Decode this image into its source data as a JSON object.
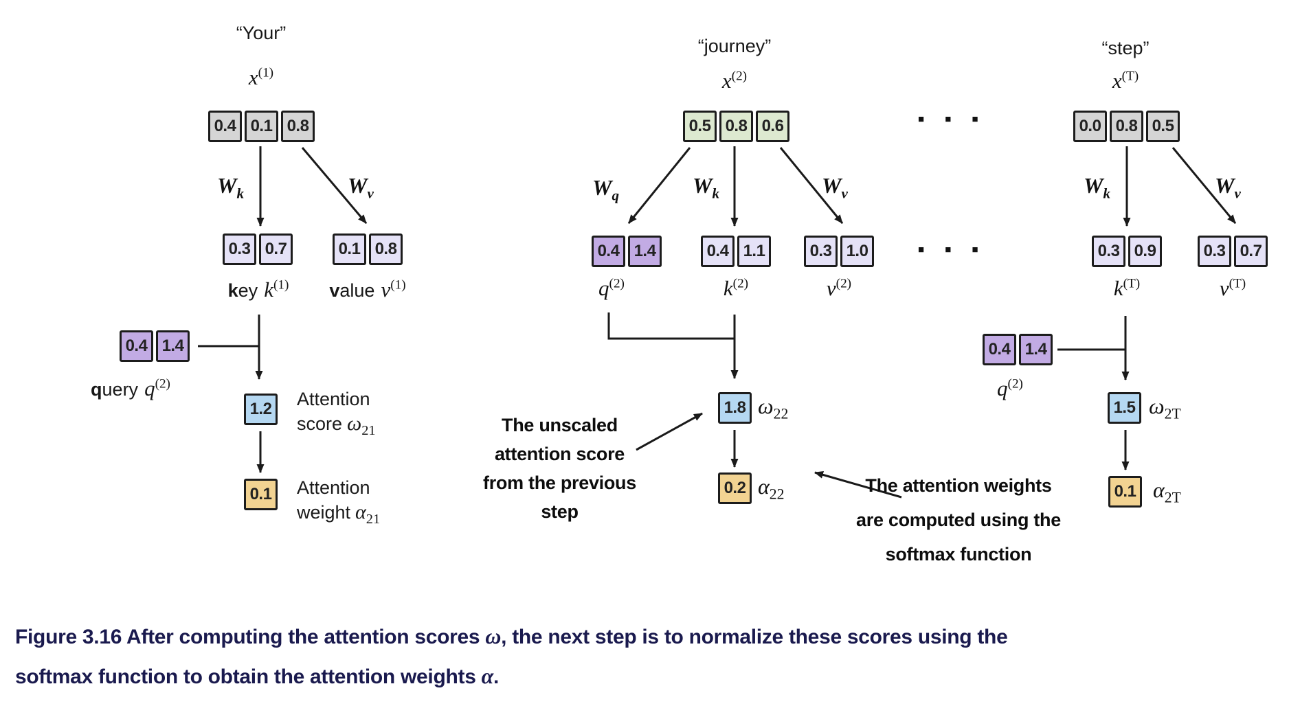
{
  "colors": {
    "embedding_gray": "#d5d5d5",
    "embedding_green": "#dde9d0",
    "key_value_lavender": "#e5e2f7",
    "query_purple": "#c2abe4",
    "attention_score_blue": "#b5d8f2",
    "attention_weight_orange": "#f2d392",
    "caption_navy": "#1a1a4e"
  },
  "ellipsis": "■ ■ ■",
  "col1": {
    "token": "“Your”",
    "x_base": "x",
    "x_sup": "(1)",
    "x_vec": [
      "0.4",
      "0.1",
      "0.8"
    ],
    "w_left_base": "W",
    "w_left_sub": "k",
    "w_right_base": "W",
    "w_right_sub": "v",
    "key_vec": [
      "0.3",
      "0.7"
    ],
    "value_vec": [
      "0.1",
      "0.8"
    ],
    "key_word_b": "k",
    "key_word_rest": "ey",
    "key_sym": "k",
    "key_sup": "(1)",
    "value_word_b": "v",
    "value_word_rest": "alue",
    "value_sym": "v",
    "value_sup": "(1)",
    "query_vec": [
      "0.4",
      "1.4"
    ],
    "query_word_b": "q",
    "query_word_rest": "uery",
    "query_sym": "q",
    "query_sup": "(2)",
    "score_val": "1.2",
    "score_word1": "Attention",
    "score_word2": "score",
    "score_sym": "ω",
    "score_sub": "21",
    "weight_val": "0.1",
    "weight_word1": "Attention",
    "weight_word2": "weight",
    "weight_sym": "α",
    "weight_sub": "21"
  },
  "col2": {
    "token": "“journey”",
    "x_base": "x",
    "x_sup": "(2)",
    "x_vec": [
      "0.5",
      "0.8",
      "0.6"
    ],
    "wq_base": "W",
    "wq_sub": "q",
    "wk_base": "W",
    "wk_sub": "k",
    "wv_base": "W",
    "wv_sub": "v",
    "q_vec": [
      "0.4",
      "1.4"
    ],
    "q_sym": "q",
    "q_sup": "(2)",
    "k_vec": [
      "0.4",
      "1.1"
    ],
    "k_sym": "k",
    "k_sup": "(2)",
    "v_vec": [
      "0.3",
      "1.0"
    ],
    "v_sym": "v",
    "v_sup": "(2)",
    "score_val": "1.8",
    "score_sym": "ω",
    "score_sub": "22",
    "weight_val": "0.2",
    "weight_sym": "α",
    "weight_sub": "22",
    "note_left": "The unscaled\nattention score\nfrom the previous\nstep",
    "note_right": "The attention weights\nare computed using the\nsoftmax function"
  },
  "col3": {
    "token": "“step”",
    "x_base": "x",
    "x_sup": "(T)",
    "x_vec": [
      "0.0",
      "0.8",
      "0.5"
    ],
    "wk_base": "W",
    "wk_sub": "k",
    "wv_base": "W",
    "wv_sub": "v",
    "k_vec": [
      "0.3",
      "0.9"
    ],
    "k_sym": "k",
    "k_sup": "(T)",
    "v_vec": [
      "0.3",
      "0.7"
    ],
    "v_sym": "v",
    "v_sup": "(T)",
    "q_vec": [
      "0.4",
      "1.4"
    ],
    "q_sym": "q",
    "q_sup": "(2)",
    "score_val": "1.5",
    "score_sym": "ω",
    "score_sub": "2T",
    "weight_val": "0.1",
    "weight_sym": "α",
    "weight_sub": "2T"
  },
  "caption": {
    "part1": "Figure 3.16 After computing the attention scores ",
    "omega": "ω",
    "part2": ", the next step is to normalize these scores using the",
    "part3": "softmax function to obtain the attention weights ",
    "alpha": "α",
    "part4": "."
  }
}
